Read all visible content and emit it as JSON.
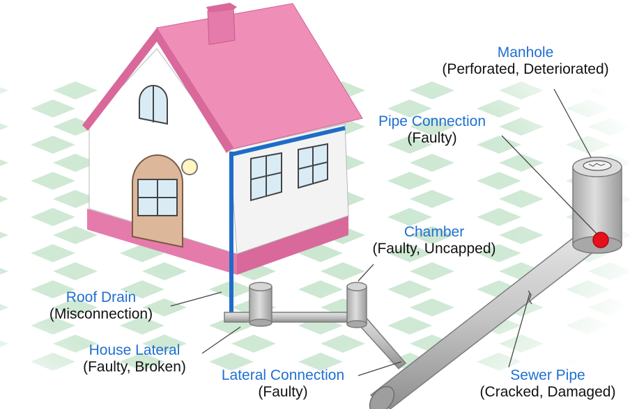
{
  "colors": {
    "roof": "#ef8fb8",
    "roof_dark": "#d9699a",
    "wall": "#ffffff",
    "door": "#dcb79a",
    "window": "#d9ecf6",
    "downpipe": "#1e6cc8",
    "pipe": "#c9c9c9",
    "pipe_shadow": "#8e8e8e",
    "label_blue": "#1f6fd1",
    "fault_marker": "#e8101a",
    "ground_green": "#c9e6cf"
  },
  "labels": {
    "manhole": {
      "name": "Manhole",
      "desc": "(Perforated, Deteriorated)"
    },
    "pipe_connection": {
      "name": "Pipe Connection",
      "desc": "(Faulty)"
    },
    "chamber": {
      "name": "Chamber",
      "desc": "(Faulty, Uncapped)"
    },
    "roof_drain": {
      "name": "Roof Drain",
      "desc": "(Misconnection)"
    },
    "house_lateral": {
      "name": "House Lateral",
      "desc": "(Faulty, Broken)"
    },
    "lateral_connection": {
      "name": "Lateral Connection",
      "desc": "(Faulty)"
    },
    "sewer_pipe": {
      "name": "Sewer Pipe",
      "desc": "(Cracked, Damaged)"
    }
  }
}
